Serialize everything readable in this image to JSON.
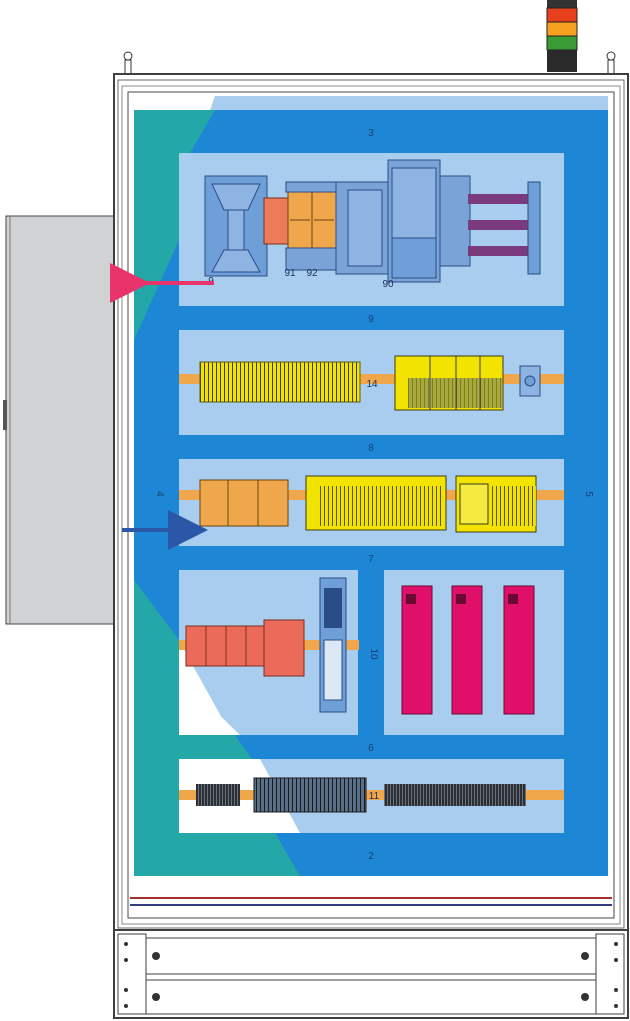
{
  "labels": {
    "duct_top": "3",
    "duct_9": "9",
    "duct_8": "8",
    "duct_7": "7",
    "duct_6": "6",
    "duct_bottom": "2",
    "duct_left": "4",
    "duct_right": "5",
    "duct_10": "10",
    "rail_14": "14",
    "rail_11": "11",
    "dev_91": "91",
    "dev_92": "92",
    "dev_90": "90",
    "dev_9": "9"
  },
  "signal_lamp_colors": [
    "#e8401c",
    "#f5a020",
    "#3a9a34"
  ],
  "zone_colors": {
    "duct": "#1d87d5",
    "plate": "#a9cdee",
    "teal": "#24a7a7",
    "cabinet_frame": "#3f3f3f"
  },
  "arrows": {
    "outflow_color": "#e8336b",
    "inflow_color": "#2a57a8"
  }
}
